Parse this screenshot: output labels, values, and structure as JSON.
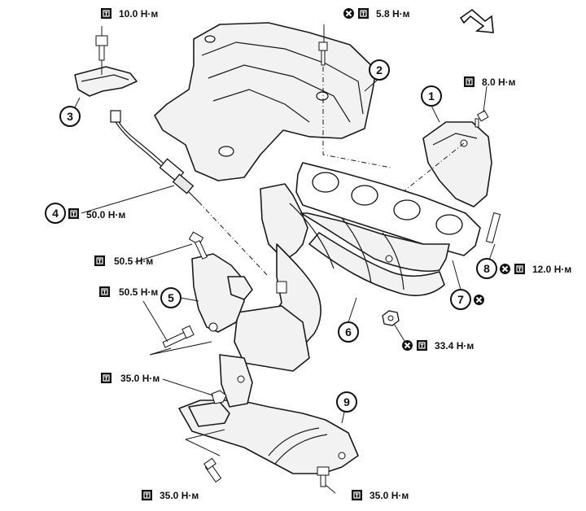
{
  "torque_labels": {
    "t1": "10.0 Н·м",
    "t2": "5.8 Н·м",
    "t3": "8.0 Н·м",
    "t4": "50.0 Н·м",
    "t5": "50.5 Н·м",
    "t6": "50.5 Н·м",
    "t7": "12.0 Н·м",
    "t8": "33.4 Н·м",
    "t9": "35.0 Н·м",
    "t10": "35.0 Н·м",
    "t11": "35.0 Н·м"
  },
  "callouts": {
    "c1": "1",
    "c2": "2",
    "c3": "3",
    "c4": "4",
    "c5": "5",
    "c6": "6",
    "c7": "7",
    "c8": "8",
    "c9": "9"
  },
  "icons": {
    "torque": "torque-wrench-icon",
    "replace": "do-not-reuse-icon",
    "front": "front-arrow-icon"
  }
}
